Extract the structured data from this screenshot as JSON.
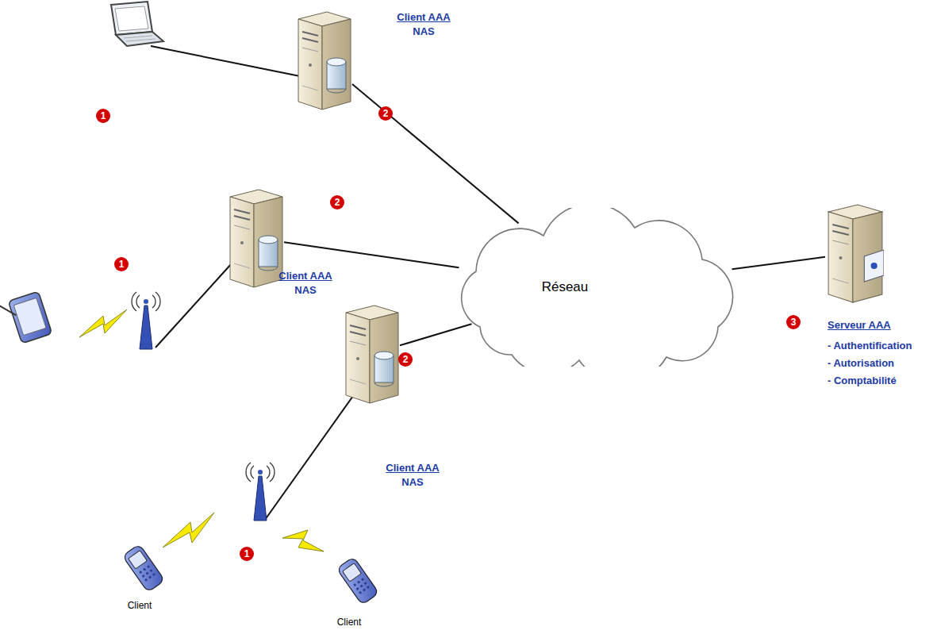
{
  "diagram": {
    "nodes": [
      {
        "text": [
          "Client AAA",
          "NAS"
        ]
      },
      {
        "text": [
          "Client AAA",
          "NAS"
        ]
      },
      {
        "text": [
          "Réseau"
        ]
      },
      {
        "text": [
          "Serveur AAA",
          "- Authentification",
          "- Autorisation",
          "- Comptabilité"
        ]
      },
      {
        "text": [
          "Client AAA",
          "NAS"
        ]
      },
      {
        "text": [
          "Client"
        ]
      },
      {
        "text": [
          "Client"
        ]
      }
    ],
    "edges": [
      {
        "from": 0,
        "to": 2,
        "arrow": "none"
      },
      {
        "from": 1,
        "to": 2,
        "arrow": "none"
      },
      {
        "from": 4,
        "to": 2,
        "arrow": "none"
      },
      {
        "from": 2,
        "to": 3,
        "arrow": "none"
      }
    ],
    "labels": [
      "1",
      "2",
      "2",
      "1",
      "3",
      "2",
      "1"
    ]
  }
}
